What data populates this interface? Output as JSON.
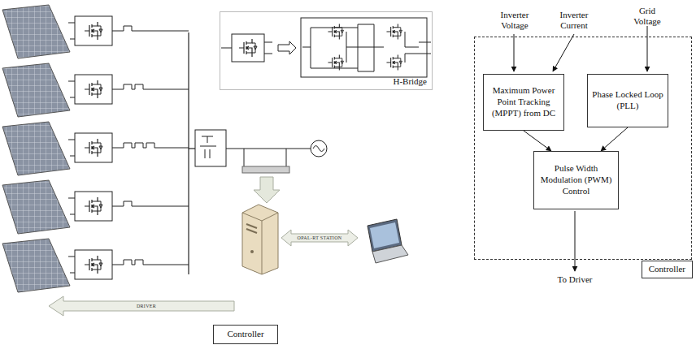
{
  "diagram": {
    "nodes": [
      {
        "text": [
          "H-Bridge"
        ]
      },
      {
        "text": [
          "Controller"
        ]
      },
      {
        "text": [
          "Controller"
        ]
      },
      {
        "text": [
          "Maximum Power Point Tracking (MPPT) from DC"
        ],
        "in": 2
      },
      {
        "text": [
          "Phase Locked Loop (PLL)"
        ],
        "in": 2
      },
      {
        "text": [
          "Pulse Width Modulation (PWM) Control"
        ],
        "in": 2
      }
    ],
    "edges": [
      {
        "from": 3,
        "to": 5,
        "arrow": "to"
      },
      {
        "from": 4,
        "to": 5,
        "arrow": "to"
      }
    ],
    "labels": [
      "Inverter Voltage",
      "Inverter Current",
      "Grid Voltage",
      "To Driver",
      "DRIVER",
      "OPAL-RT STATION"
    ]
  }
}
